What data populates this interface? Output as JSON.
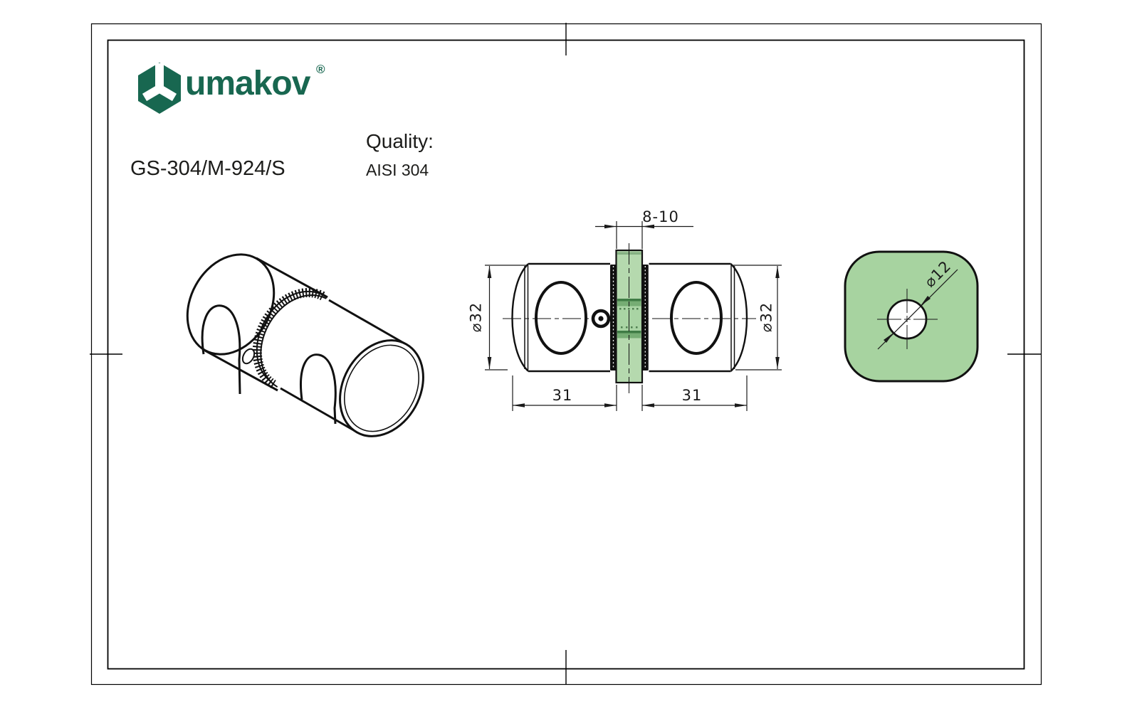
{
  "header": {
    "logo": {
      "text": "umakov",
      "registered_mark": "®",
      "color": "#186750"
    },
    "product_code": "GS-304/M-924/S",
    "quality": {
      "label": "Quality:",
      "value": "AISI 304"
    }
  },
  "drawing": {
    "views": {
      "isometric": "two-sided glass door knob assembly",
      "section": "front section of both knobs clamped on glass",
      "panel": "glass panel cutout with mounting hole"
    },
    "dimensions": {
      "glass_thickness": "8-10",
      "left_knob_diameter": "⌀32",
      "right_knob_diameter": "⌀32",
      "left_knob_length": "31",
      "right_knob_length": "31",
      "panel_hole_diameter": "⌀12"
    },
    "colors": {
      "glass_light": "#b5d9ae",
      "glass_mid": "#a9d4a4",
      "glass_band": "#76ad74",
      "glass_band_edge": "#3f7c45",
      "glass_top_shade": "#86b183",
      "panel_green": "#a7d3a0",
      "line": "#111111"
    }
  }
}
